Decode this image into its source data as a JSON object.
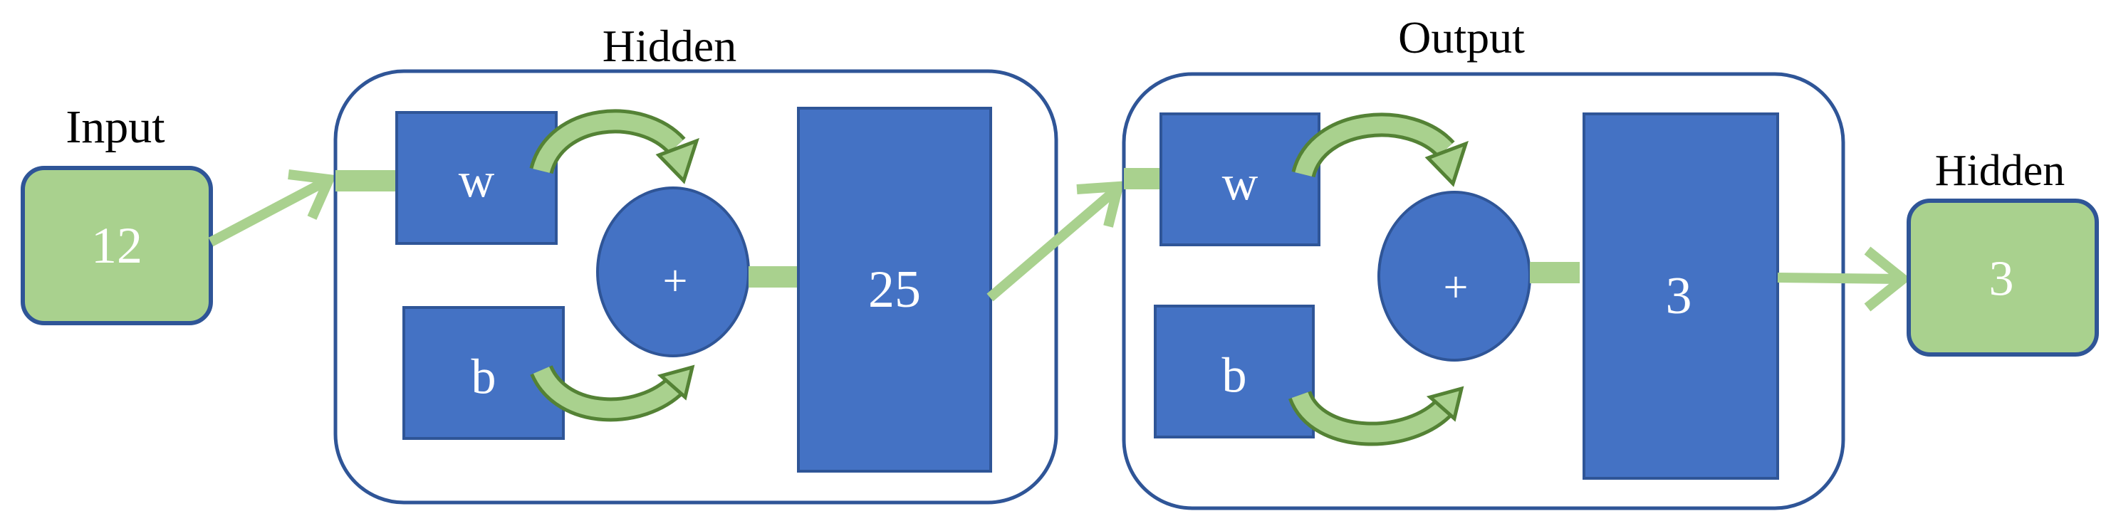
{
  "labels": {
    "input": "Input",
    "hidden_layer": "Hidden",
    "output_layer": "Output",
    "final": "Hidden"
  },
  "input_node": {
    "value": "12"
  },
  "hidden_layer": {
    "weight": "w",
    "bias": "b",
    "sum": "+",
    "size": "25"
  },
  "output_layer": {
    "weight": "w",
    "bias": "b",
    "sum": "+",
    "size": "3"
  },
  "final_node": {
    "value": "3"
  },
  "colors": {
    "node_green": "#A9D18E",
    "node_blue": "#4472C4",
    "outline": "#2F5597",
    "arrow_green": "#A9D18E",
    "curved_arrow_outline": "#548235"
  }
}
